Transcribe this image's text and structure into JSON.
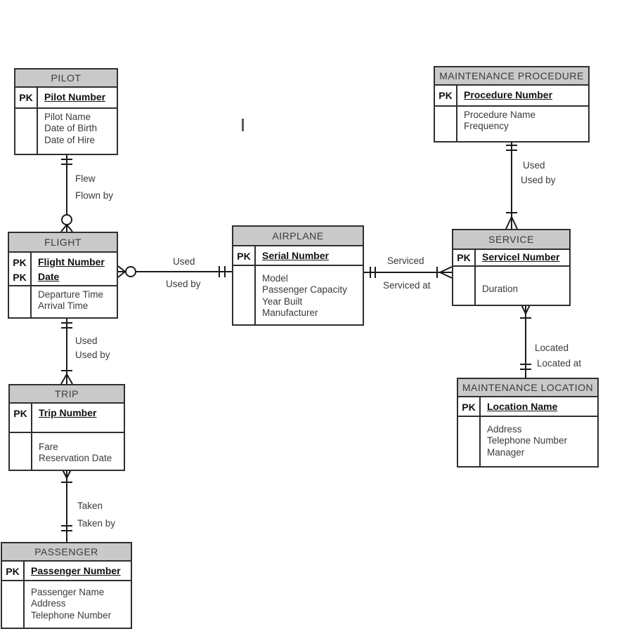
{
  "diagram_type": "entity-relationship-diagram",
  "notation": "crows-foot",
  "colors": {
    "header_fill": "#c9c9c9",
    "border": "#2f2f2f",
    "line": "#1a1a1a",
    "text": "#3a3a3a",
    "pk_text": "#111111",
    "background": "#ffffff"
  },
  "entities": [
    {
      "name": "PILOT",
      "pk_keys": [
        "PK"
      ],
      "pk_attrs": [
        "Pilot Number"
      ],
      "attrs": [
        "Pilot Name",
        "Date of Birth",
        "Date of Hire"
      ]
    },
    {
      "name": "MAINTENANCE PROCEDURE",
      "pk_keys": [
        "PK"
      ],
      "pk_attrs": [
        "Procedure Number"
      ],
      "attrs": [
        "Procedure Name",
        "Frequency"
      ]
    },
    {
      "name": "FLIGHT",
      "pk_keys": [
        "PK",
        "PK"
      ],
      "pk_attrs": [
        "Flight Number",
        "Date"
      ],
      "attrs": [
        "Departure Time",
        "Arrival Time"
      ]
    },
    {
      "name": "AIRPLANE",
      "pk_keys": [
        "PK"
      ],
      "pk_attrs": [
        "Serial Number"
      ],
      "attrs": [
        "Model",
        "Passenger Capacity",
        "Year Built",
        "Manufacturer"
      ]
    },
    {
      "name": "SERVICE",
      "pk_keys": [
        "PK"
      ],
      "pk_attrs": [
        "Servicel Number"
      ],
      "attrs": [
        "Duration"
      ]
    },
    {
      "name": "TRIP",
      "pk_keys": [
        "PK"
      ],
      "pk_attrs": [
        "Trip Number"
      ],
      "attrs": [
        "Fare",
        "Reservation Date"
      ]
    },
    {
      "name": "MAINTENANCE LOCATION",
      "pk_keys": [
        "PK"
      ],
      "pk_attrs": [
        "Location Name"
      ],
      "attrs": [
        "Address",
        "Telephone Number",
        "Manager"
      ]
    },
    {
      "name": "PASSENGER",
      "pk_keys": [
        "PK"
      ],
      "pk_attrs": [
        "Passenger Number"
      ],
      "attrs": [
        "Passenger Name",
        "Address",
        "Telephone Number"
      ]
    }
  ],
  "relationships": [
    {
      "from": "PILOT",
      "to": "FLIGHT",
      "label1": "Flew",
      "label2": "Flown by",
      "from_cardinality": "one-and-only-one",
      "to_cardinality": "zero-or-many"
    },
    {
      "from": "FLIGHT",
      "to": "AIRPLANE",
      "label1": "Used",
      "label2": "Used by",
      "from_cardinality": "zero-or-many",
      "to_cardinality": "one-and-only-one"
    },
    {
      "from": "AIRPLANE",
      "to": "SERVICE",
      "label1": "Serviced",
      "label2": "Serviced at",
      "from_cardinality": "one-and-only-one",
      "to_cardinality": "one-or-many"
    },
    {
      "from": "MAINTENANCE PROCEDURE",
      "to": "SERVICE",
      "label1": "Used",
      "label2": "Used by",
      "from_cardinality": "one-and-only-one",
      "to_cardinality": "one-or-many"
    },
    {
      "from": "SERVICE",
      "to": "MAINTENANCE LOCATION",
      "label1": "Located",
      "label2": "Located at",
      "from_cardinality": "one-or-many",
      "to_cardinality": "one-and-only-one"
    },
    {
      "from": "FLIGHT",
      "to": "TRIP",
      "label1": "Used",
      "label2": "Used by",
      "from_cardinality": "one-and-only-one",
      "to_cardinality": "one-or-many"
    },
    {
      "from": "TRIP",
      "to": "PASSENGER",
      "label1": "Taken",
      "label2": "Taken by",
      "from_cardinality": "one-or-many",
      "to_cardinality": "one-and-only-one"
    }
  ]
}
